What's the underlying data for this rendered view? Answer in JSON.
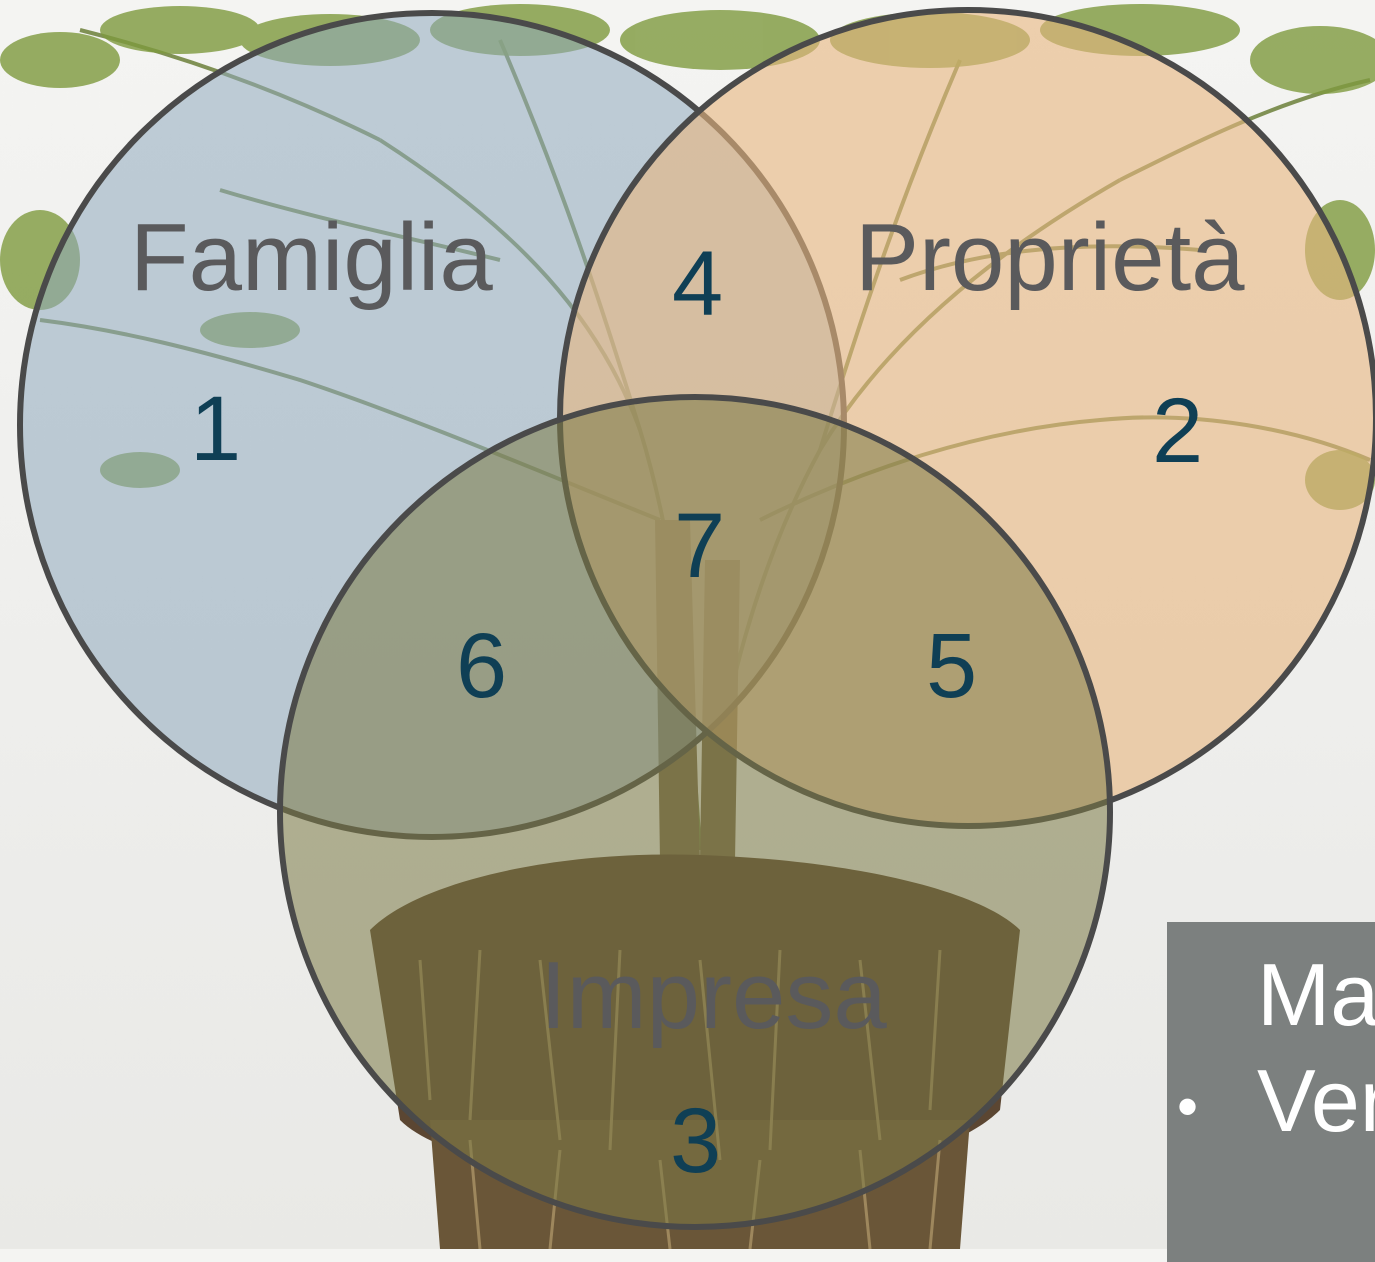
{
  "diagram": {
    "circles": [
      {
        "name": "Famiglia",
        "color": "#8fa9bd"
      },
      {
        "name": "Proprietà",
        "color": "#e7b57e"
      },
      {
        "name": "Impresa",
        "color": "#7c7a45"
      }
    ],
    "labels": {
      "famiglia": "Famiglia",
      "proprieta": "Proprietà",
      "impresa": "Impresa"
    },
    "regions": {
      "r1": "1",
      "r2": "2",
      "r3": "3",
      "r4": "4",
      "r5": "5",
      "r6": "6",
      "r7": "7"
    }
  },
  "side_panel": {
    "heading": "Ma",
    "bullet_symbol": "•",
    "bullet_text": "Ver"
  },
  "colors": {
    "region_number": "#0f3f55",
    "circle_label": "#5a5a5c",
    "panel_bg": "#7c807f"
  }
}
